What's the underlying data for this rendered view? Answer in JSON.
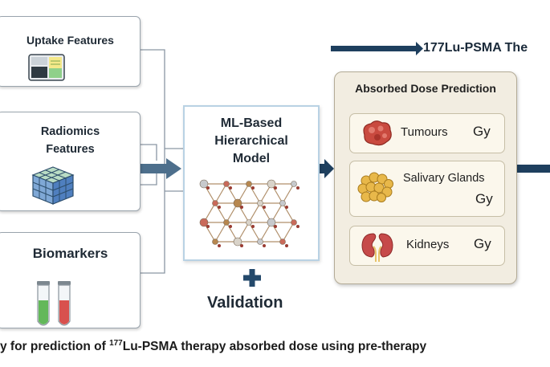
{
  "header": {
    "text": "177Lu-PSMA The"
  },
  "features": [
    {
      "id": "uptake",
      "label": "Uptake Features",
      "icon": "uptake-image-icon"
    },
    {
      "id": "radiomics",
      "label_line1": "Radiomics",
      "label_line2": "Features",
      "icon": "cube-grid-icon"
    },
    {
      "id": "biomarkers",
      "label": "Biomarkers",
      "icon": "test-tubes-icon"
    }
  ],
  "model": {
    "title_line1": "ML-Based",
    "title_line2": "Hierarchical",
    "title_line3": "Model",
    "icon": "molecular-network-icon"
  },
  "validation": {
    "label": "Validation",
    "icon": "plus-icon"
  },
  "dose": {
    "title": "Absorbed Dose Prediction",
    "organs": [
      {
        "name": "Tumours",
        "unit": "Gy",
        "icon": "tumour-icon"
      },
      {
        "name": "Salivary Glands",
        "unit": "Gy",
        "icon": "salivary-glands-icon"
      },
      {
        "name": "Kidneys",
        "unit": "Gy",
        "icon": "kidneys-icon"
      }
    ]
  },
  "caption": {
    "prefix": "y for prediction of ",
    "isotope_sup": "177",
    "suffix": "Lu-PSMA therapy absorbed dose using pre-therapy"
  },
  "colors": {
    "arrow": "#1e3f5e",
    "line": "#8a96a3",
    "box_border": "#9aa4ad",
    "model_border": "#b9d2e4",
    "dose_panel": "#f2ede1",
    "organ_box": "#fbf7ec",
    "plus": "#24496b"
  }
}
